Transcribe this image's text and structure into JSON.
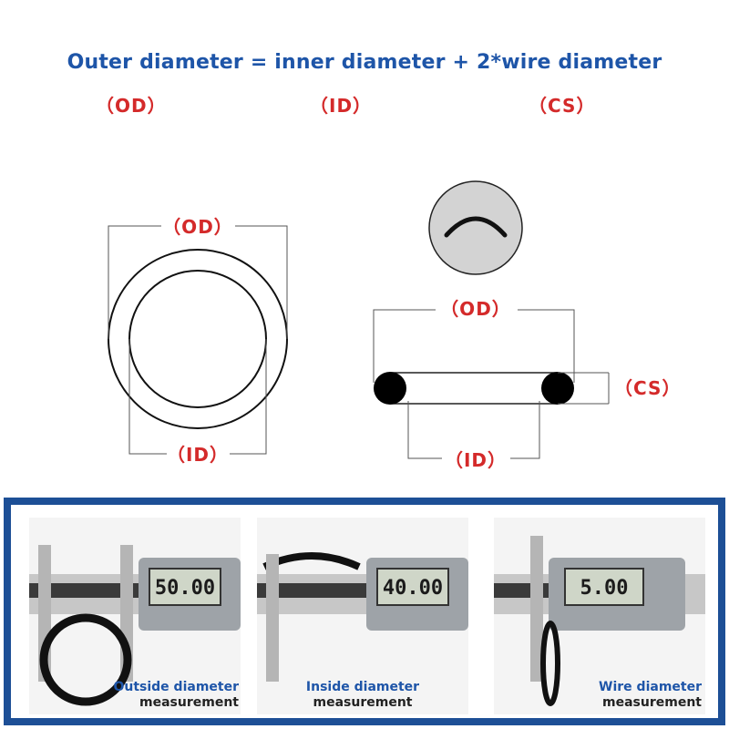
{
  "header": {
    "formula": "Outer diameter = inner diameter + 2*wire diameter",
    "od_abbr": "（OD）",
    "id_abbr": "（ID）",
    "cs_abbr": "（CS）"
  },
  "diagram": {
    "left": {
      "od_label": "（OD）",
      "id_label": "（ID）"
    },
    "right": {
      "od_label": "（OD）",
      "id_label": "（ID）",
      "cs_label": "（CS）"
    }
  },
  "measurements": [
    {
      "reading": "50.00",
      "caption_line1": "Outside diameter",
      "caption_line2": "measurement"
    },
    {
      "reading": "40.00",
      "caption_line1": "Inside diameter",
      "caption_line2": "measurement"
    },
    {
      "reading": "5.00",
      "caption_line1": "Wire diameter",
      "caption_line2": "measurement"
    }
  ],
  "colors": {
    "title_blue": "#1e55a8",
    "label_red": "#d42a2a",
    "panel_border": "#1d4f96"
  }
}
